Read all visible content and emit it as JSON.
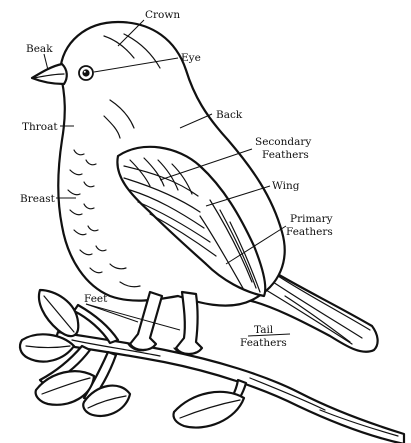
{
  "labels": {
    "crown": "Crown",
    "beak": "Beak",
    "eye": "Eye",
    "back": "Back",
    "throat": "Throat",
    "secondary_line1": "Secondary",
    "secondary_line2": "Feathers",
    "wing": "Wing",
    "breast": "Breast",
    "primary_line1": "Primary",
    "primary_line2": "Feathers",
    "feet": "Feet",
    "tail_line1": "Tail",
    "tail_line2": "Feathers"
  },
  "colors": {
    "ink": "#111111",
    "background": "#ffffff"
  }
}
